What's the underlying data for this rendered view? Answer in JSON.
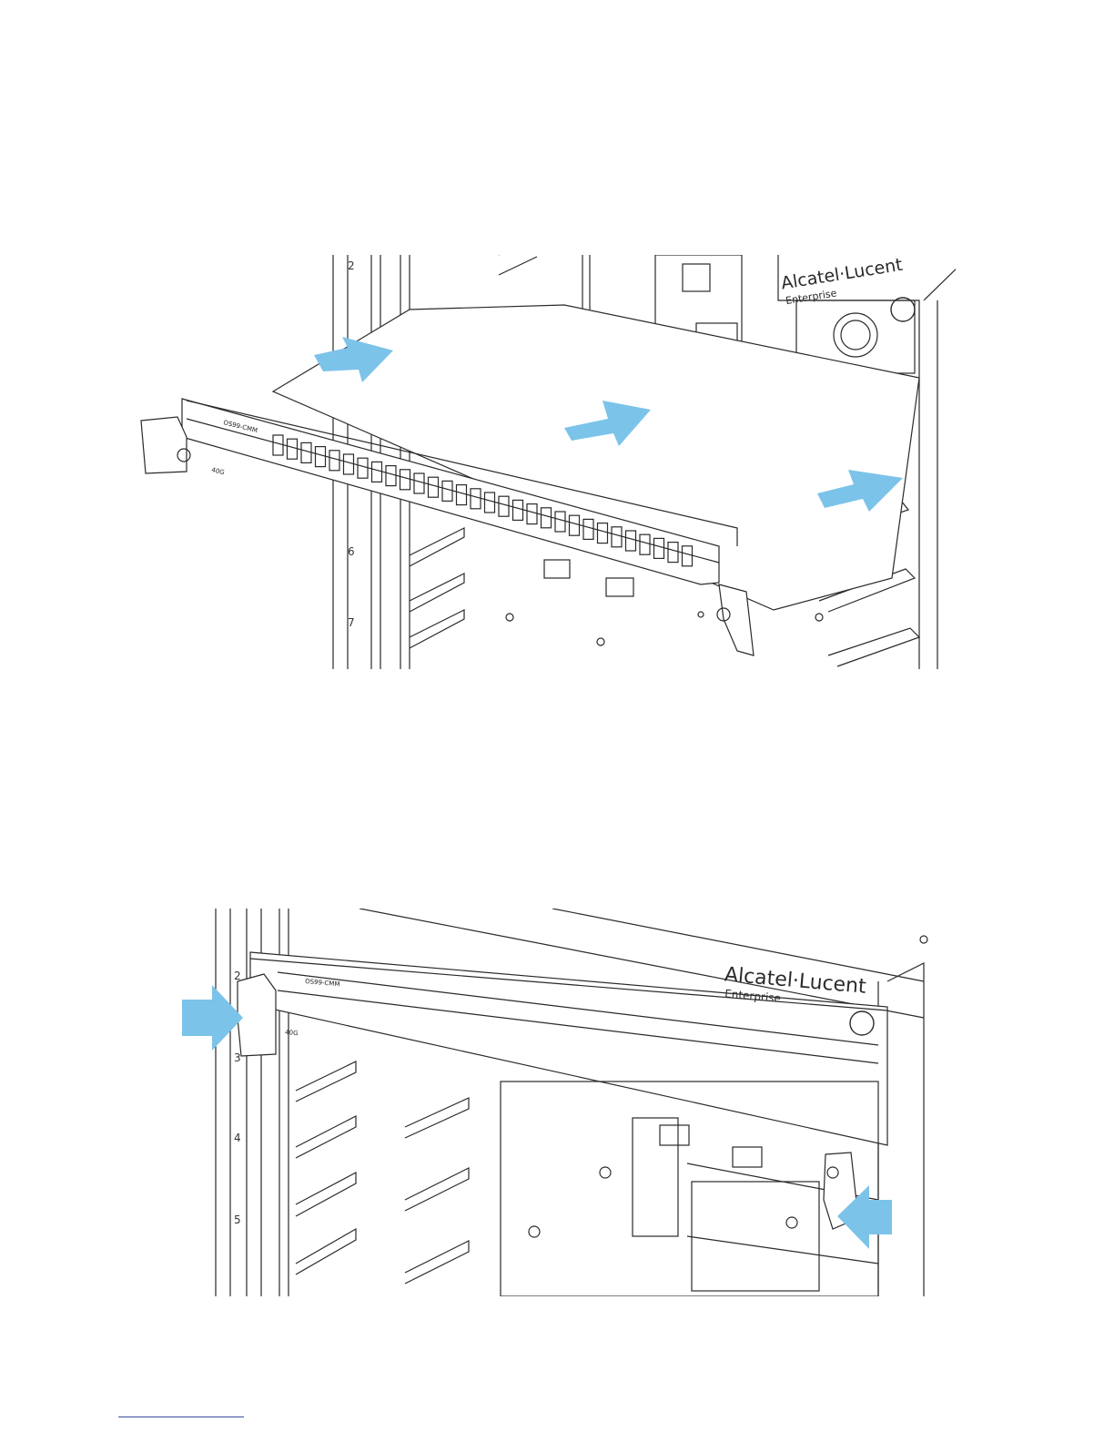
{
  "colors": {
    "arrow": "#7cc3ea",
    "line": "#2a2a2a",
    "footer_rule": "#3a4fa0"
  },
  "top_figure": {
    "module_label": "OS99-CMM",
    "port_label": "40G",
    "slot_numbers": [
      "2",
      "6",
      "7"
    ],
    "logo_line1": "Alcatel·Lucent",
    "logo_line2": "Enterprise",
    "arrow_count": 3
  },
  "bottom_figure": {
    "module_label": "OS99-CMM",
    "port_label": "40G",
    "slot_numbers": [
      "2",
      "3",
      "4",
      "5"
    ],
    "logo_line1": "Alcatel·Lucent",
    "logo_line2": "Enterprise",
    "arrow_count": 2
  }
}
